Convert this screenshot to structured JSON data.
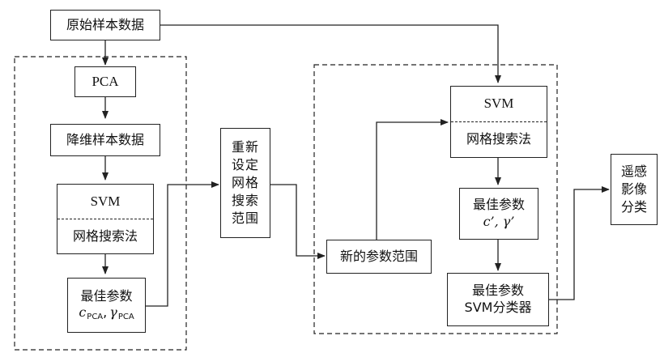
{
  "nodes": {
    "raw_data": "原始样本数据",
    "pca": "PCA",
    "reduced_data": "降维样本数据",
    "svm_left": {
      "title": "SVM",
      "method": "网格搜索法"
    },
    "best_left": {
      "label": "最佳参数",
      "c": "c",
      "c_sub": "PCA",
      "gamma": "γ",
      "gamma_sub": "PCA"
    },
    "reset_range": "重新设定网格搜索范围",
    "new_range": "新的参数范围",
    "svm_right": {
      "title": "SVM",
      "method": "网格搜索法"
    },
    "best_right": {
      "label": "最佳参数",
      "params": "c’, γ’"
    },
    "best_classifier": {
      "line1": "最佳参数",
      "line2": "SVM分类器"
    },
    "remote_class": "遥感影像分类"
  }
}
